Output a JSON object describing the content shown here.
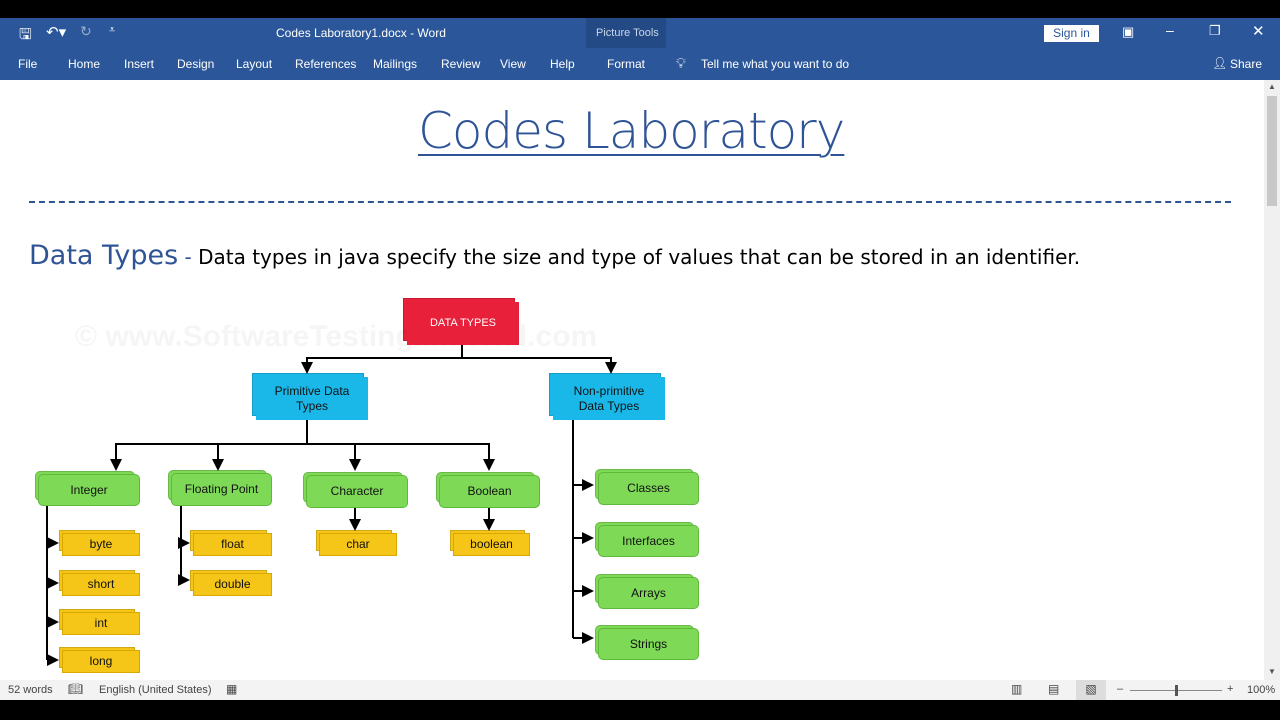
{
  "window": {
    "title": "Codes Laboratory1.docx  -  Word",
    "context_tab_group": "Picture Tools",
    "sign_in": "Sign in"
  },
  "quick_access": {
    "icons": [
      "save-icon",
      "undo-icon",
      "redo-icon",
      "customize-icon"
    ]
  },
  "ribbon": {
    "tabs": [
      "File",
      "Home",
      "Insert",
      "Design",
      "Layout",
      "References",
      "Mailings",
      "Review",
      "View",
      "Help",
      "Format"
    ],
    "active_tab": "Format",
    "tell_me": "Tell me what you want to do",
    "share": "Share"
  },
  "document": {
    "title": "Codes Laboratory",
    "heading": "Data Types",
    "heading_sep": " - ",
    "description": "Data types in java specify the size and type of values that can be stored in an identifier.",
    "diagram": {
      "watermark": "© www.SoftwareTestingMaterial.com",
      "root": "DATA TYPES",
      "primitive": "Primitive Data Types",
      "non_primitive": "Non-primitive Data Types",
      "categories": [
        "Integer",
        "Floating Point",
        "Character",
        "Boolean"
      ],
      "integer_types": [
        "byte",
        "short",
        "int",
        "long"
      ],
      "float_types": [
        "float",
        "double"
      ],
      "char_types": [
        "char"
      ],
      "boolean_types": [
        "boolean"
      ],
      "non_primitive_types": [
        "Classes",
        "Interfaces",
        "Arrays",
        "Strings"
      ],
      "colors": {
        "root": "#e8203a",
        "level1": "#1ab8e8",
        "level2": "#7ed957",
        "leaf": "#f5c518"
      }
    }
  },
  "status": {
    "words": "52 words",
    "language": "English (United States)",
    "zoom": "100%",
    "zoom_level_percent": 100
  },
  "colors": {
    "ribbon": "#2b579a",
    "heading": "#2f5496"
  }
}
